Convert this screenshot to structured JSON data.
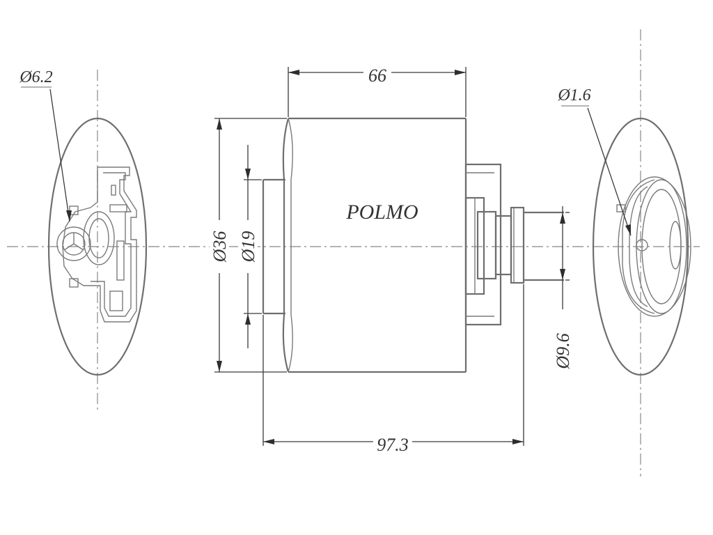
{
  "drawing": {
    "brand": "POLMO",
    "dimensions": {
      "length_body": "66",
      "length_total": "97.3",
      "diameter_body": "Ø36",
      "diameter_inlet": "Ø19",
      "diameter_outlet": "Ø9.6",
      "diameter_terminal": "Ø6.2",
      "diameter_outlet_hole": "Ø1.6"
    },
    "colors": {
      "outline": "#6e6e6e",
      "dimension": "#3a3a3a",
      "centerline": "#9a9a9a"
    }
  }
}
